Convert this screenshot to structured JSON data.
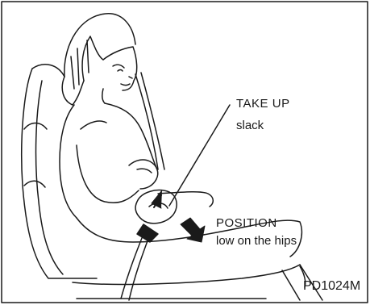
{
  "labels": {
    "take_up_title": "TAKE UP",
    "take_up_sub": "slack",
    "position_title": "POSITION",
    "position_sub": "low on the hips",
    "figure_code": "PD1024M"
  },
  "colors": {
    "line": "#1a1a1a",
    "background": "#ffffff"
  }
}
